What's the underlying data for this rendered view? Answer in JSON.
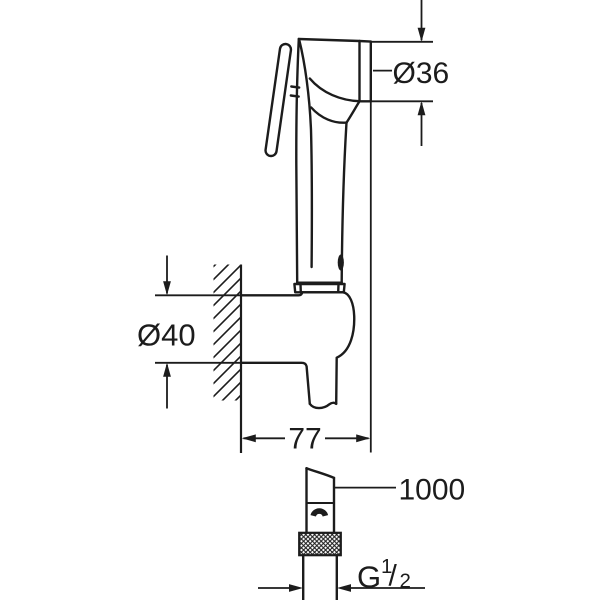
{
  "drawing": {
    "background_color": "#ffffff",
    "line_color": "#1c1c1c",
    "labels": {
      "head_diameter": "Ø36",
      "holder_diameter": "Ø40",
      "wall_to_face": "77",
      "hose_length": "1000",
      "thread_g": "G",
      "thread_num": "1",
      "thread_slash": "/",
      "thread_den": "2"
    }
  }
}
